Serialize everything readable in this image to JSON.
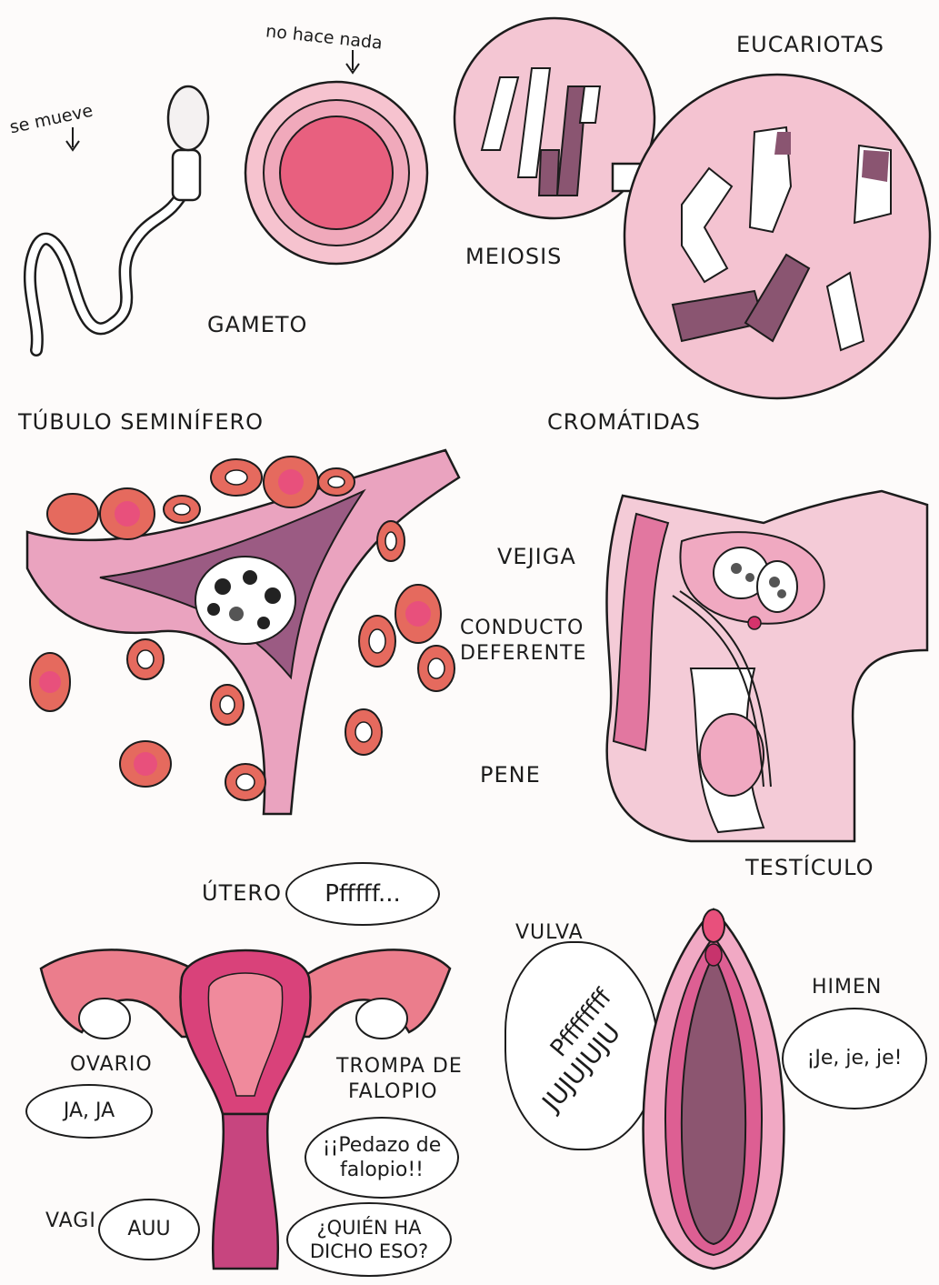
{
  "panel1": {
    "sperm_note": "se mueve",
    "egg_note": "no hace nada",
    "gameto": "GAMETO",
    "meiosis": "MEIOSIS",
    "eucariotas": "EUCARIOTAS"
  },
  "panel2": {
    "tubulo": "TÚBULO SEMINÍFERO",
    "cromatidas": "CROMÁTIDAS",
    "vejiga": "VEJIGA",
    "conducto_line1": "CONDUCTO",
    "conducto_line2": "DEFERENTE",
    "pene": "PENE",
    "testiculo": "TESTÍCULO"
  },
  "panel3": {
    "utero": "ÚTERO",
    "utero_bubble": "Pfffff...",
    "ovario": "OVARIO",
    "ovario_bubble": "JA, JA",
    "trompa_line1": "TROMPA DE",
    "trompa_line2": "FALOPIO",
    "falopio_bubble_line1": "¡¡Pedazo de",
    "falopio_bubble_line2": "falopio!!",
    "vagina": "VAGI",
    "vagina_bubble": "AUU",
    "quien_line1": "¿QUIÉN HA",
    "quien_line2": "DICHO ESO?",
    "vulva": "VULVA",
    "vulva_bubble_line1": "Pffffffff",
    "vulva_bubble_line2": "JUJUJUJU",
    "himen": "HIMEN",
    "himen_bubble": "¡Je, je, je!"
  },
  "colors": {
    "pink_light": "#f3c9d5",
    "pink_mid": "#e98aa6",
    "pink_deep": "#d94d7a",
    "purple": "#8a5571",
    "red_cell": "#e56a5e"
  }
}
